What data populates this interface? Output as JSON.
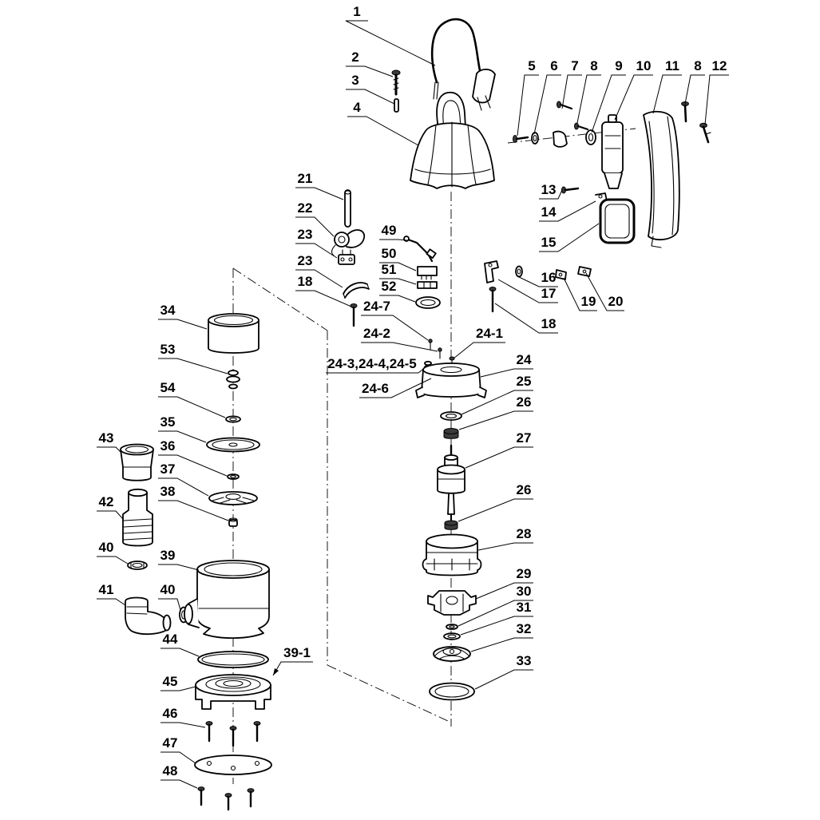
{
  "diagram": {
    "type": "exploded-parts-diagram",
    "stroke_color": "#000000",
    "background": "#ffffff",
    "labels": [
      "1",
      "2",
      "3",
      "4",
      "5",
      "6",
      "7",
      "8",
      "9",
      "10",
      "11",
      "8",
      "12",
      "13",
      "14",
      "15",
      "16",
      "17",
      "18",
      "19",
      "20",
      "21",
      "22",
      "23",
      "23",
      "18",
      "49",
      "50",
      "51",
      "52",
      "24-7",
      "24-2",
      "24-1",
      "24-3,24-4,24-5",
      "24-6",
      "24",
      "25",
      "26",
      "27",
      "26",
      "28",
      "29",
      "30",
      "31",
      "32",
      "33",
      "34",
      "53",
      "54",
      "35",
      "36",
      "37",
      "38",
      "43",
      "42",
      "40",
      "41",
      "39",
      "40",
      "44",
      "39-1",
      "45",
      "46",
      "47",
      "48"
    ]
  }
}
